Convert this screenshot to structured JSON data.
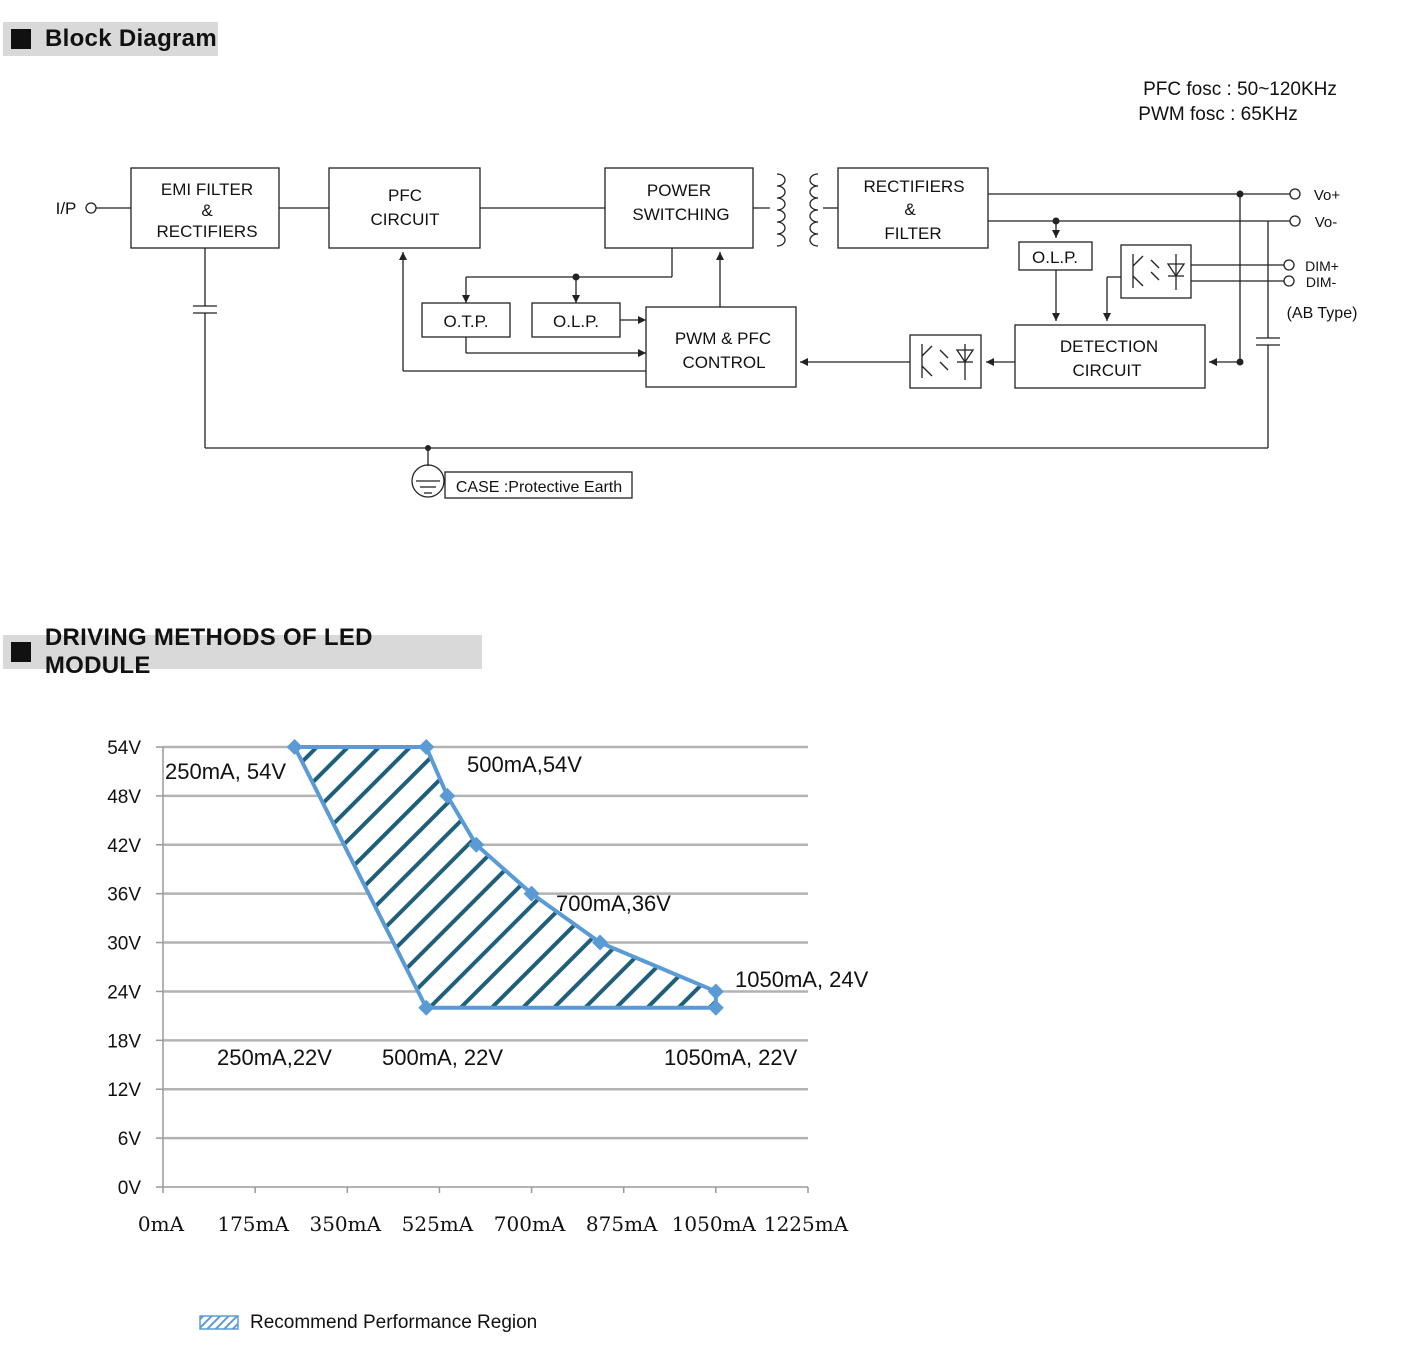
{
  "sections": {
    "block_title": "Block Diagram",
    "driving_title": "DRIVING METHODS OF LED MODULE"
  },
  "block_diagram": {
    "freq_pfc": "PFC fosc : 50~120KHz",
    "freq_pwm": "PWM fosc : 65KHz",
    "input_label": "I/P",
    "emi": [
      "EMI FILTER",
      "&",
      "RECTIFIERS"
    ],
    "pfc": [
      "PFC",
      "CIRCUIT"
    ],
    "power": [
      "POWER",
      "SWITCHING"
    ],
    "rect": [
      "RECTIFIERS",
      "&",
      "FILTER"
    ],
    "otp": "O.T.P.",
    "olp1": "O.L.P.",
    "olp2": "O.L.P.",
    "pwm": [
      "PWM & PFC",
      "CONTROL"
    ],
    "detect": [
      "DETECTION",
      "CIRCUIT"
    ],
    "vo_plus": "Vo+",
    "vo_minus": "Vo-",
    "dim_plus": "DIM+",
    "dim_minus": "DIM-",
    "ab_type": "(AB Type)",
    "case_label": "CASE :Protective Earth"
  },
  "chart_data": {
    "type": "area",
    "y_ticks": [
      "54V",
      "48V",
      "42V",
      "36V",
      "30V",
      "24V",
      "18V",
      "12V",
      "6V",
      "0V"
    ],
    "x_ticks": [
      "0mA",
      "175mA",
      "350mA",
      "525mA",
      "700mA",
      "875mA",
      "1050mA",
      "1225mA"
    ],
    "xlim": [
      0,
      1225
    ],
    "ylim": [
      0,
      54
    ],
    "grid": true,
    "series": [
      {
        "name": "Recommend Performance Region",
        "color": "#5b9bd5",
        "points": [
          [
            250,
            54
          ],
          [
            500,
            54
          ],
          [
            540,
            48
          ],
          [
            595,
            42
          ],
          [
            700,
            36
          ],
          [
            830,
            30
          ],
          [
            1050,
            24
          ],
          [
            1050,
            22
          ],
          [
            500,
            22
          ],
          [
            250,
            54
          ]
        ]
      }
    ],
    "annotations": [
      {
        "text": "250mA, 54V"
      },
      {
        "text": "500mA,54V"
      },
      {
        "text": "700mA,36V"
      },
      {
        "text": "1050mA, 24V"
      },
      {
        "text": "250mA,22V"
      },
      {
        "text": "500mA, 22V"
      },
      {
        "text": "1050mA, 22V"
      }
    ],
    "legend": "Recommend Performance Region",
    "legend_position": "bottom-left",
    "hatch_color": "#1f5f7a"
  }
}
